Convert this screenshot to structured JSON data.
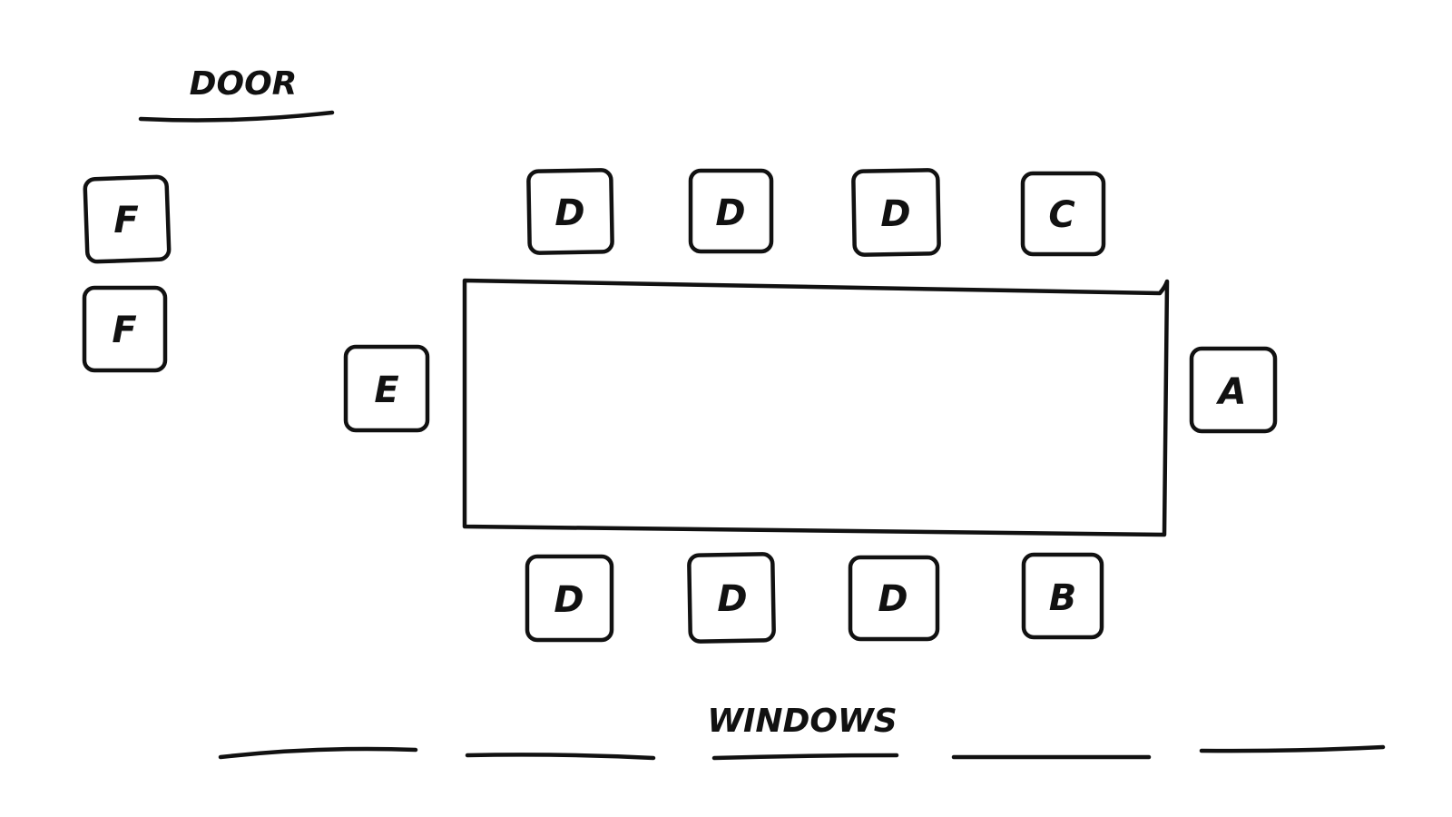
{
  "door_label": "DOOR",
  "windows_label": "WINDOWS",
  "seats": {
    "f_top": "F",
    "f_bottom": "F",
    "top_1": "D",
    "top_2": "D",
    "top_3": "D",
    "top_4": "C",
    "left_end": "E",
    "right_end": "A",
    "bottom_1": "D",
    "bottom_2": "D",
    "bottom_3": "D",
    "bottom_4": "B"
  },
  "colors": {
    "ink": "#111111",
    "background": "#ffffff"
  }
}
